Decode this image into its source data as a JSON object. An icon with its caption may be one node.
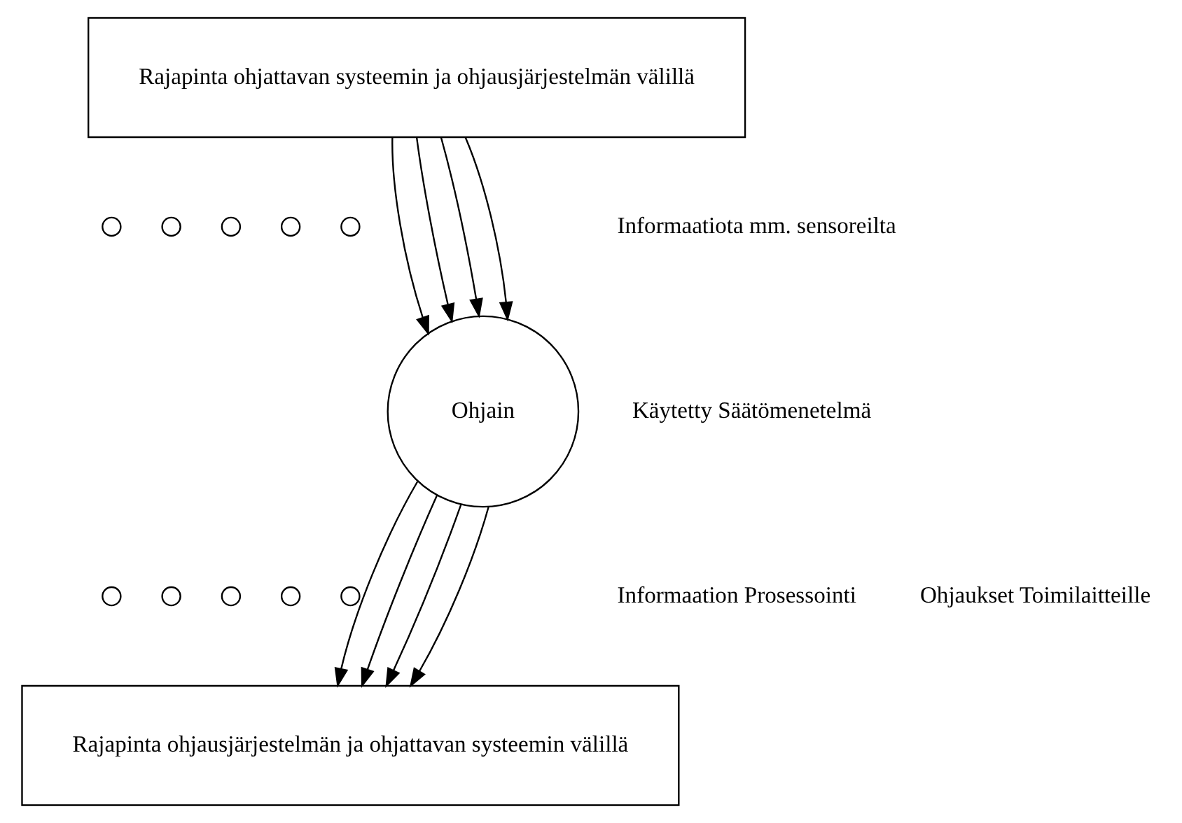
{
  "diagram": {
    "nodes": [
      {
        "text": [
          "Rajapinta ohjattavan systeemin ja ohjausjärjestelmän välillä"
        ]
      },
      {
        "text": [],
        "shape": "circle"
      },
      {
        "text": [],
        "shape": "circle"
      },
      {
        "text": [],
        "shape": "circle"
      },
      {
        "text": [],
        "shape": "circle"
      },
      {
        "text": [],
        "shape": "circle"
      },
      {
        "text": [
          "Ohjain"
        ]
      },
      {
        "text": [],
        "shape": "circle"
      },
      {
        "text": [],
        "shape": "circle"
      },
      {
        "text": [],
        "shape": "circle"
      },
      {
        "text": [],
        "shape": "circle"
      },
      {
        "text": [],
        "shape": "circle"
      },
      {
        "text": [
          "Rajapinta ohjausjärjestelmän ja ohjattavan systeemin välillä"
        ]
      }
    ],
    "edges": [
      {
        "from": 0,
        "to": 6,
        "arrow": "to"
      },
      {
        "from": 0,
        "to": 6,
        "arrow": "to"
      },
      {
        "from": 0,
        "to": 6,
        "arrow": "to"
      },
      {
        "from": 0,
        "to": 6,
        "arrow": "to"
      },
      {
        "from": 6,
        "to": 12,
        "arrow": "to"
      },
      {
        "from": 6,
        "to": 12,
        "arrow": "to"
      },
      {
        "from": 6,
        "to": 12,
        "arrow": "to"
      },
      {
        "from": 6,
        "to": 12,
        "arrow": "to"
      }
    ],
    "labels": [
      "Informaatiota mm. sensoreilta",
      "Käytetty Säätömenetelmä",
      "Informaation Prosessointi",
      "Ohjaukset Toimilaitteille"
    ]
  }
}
